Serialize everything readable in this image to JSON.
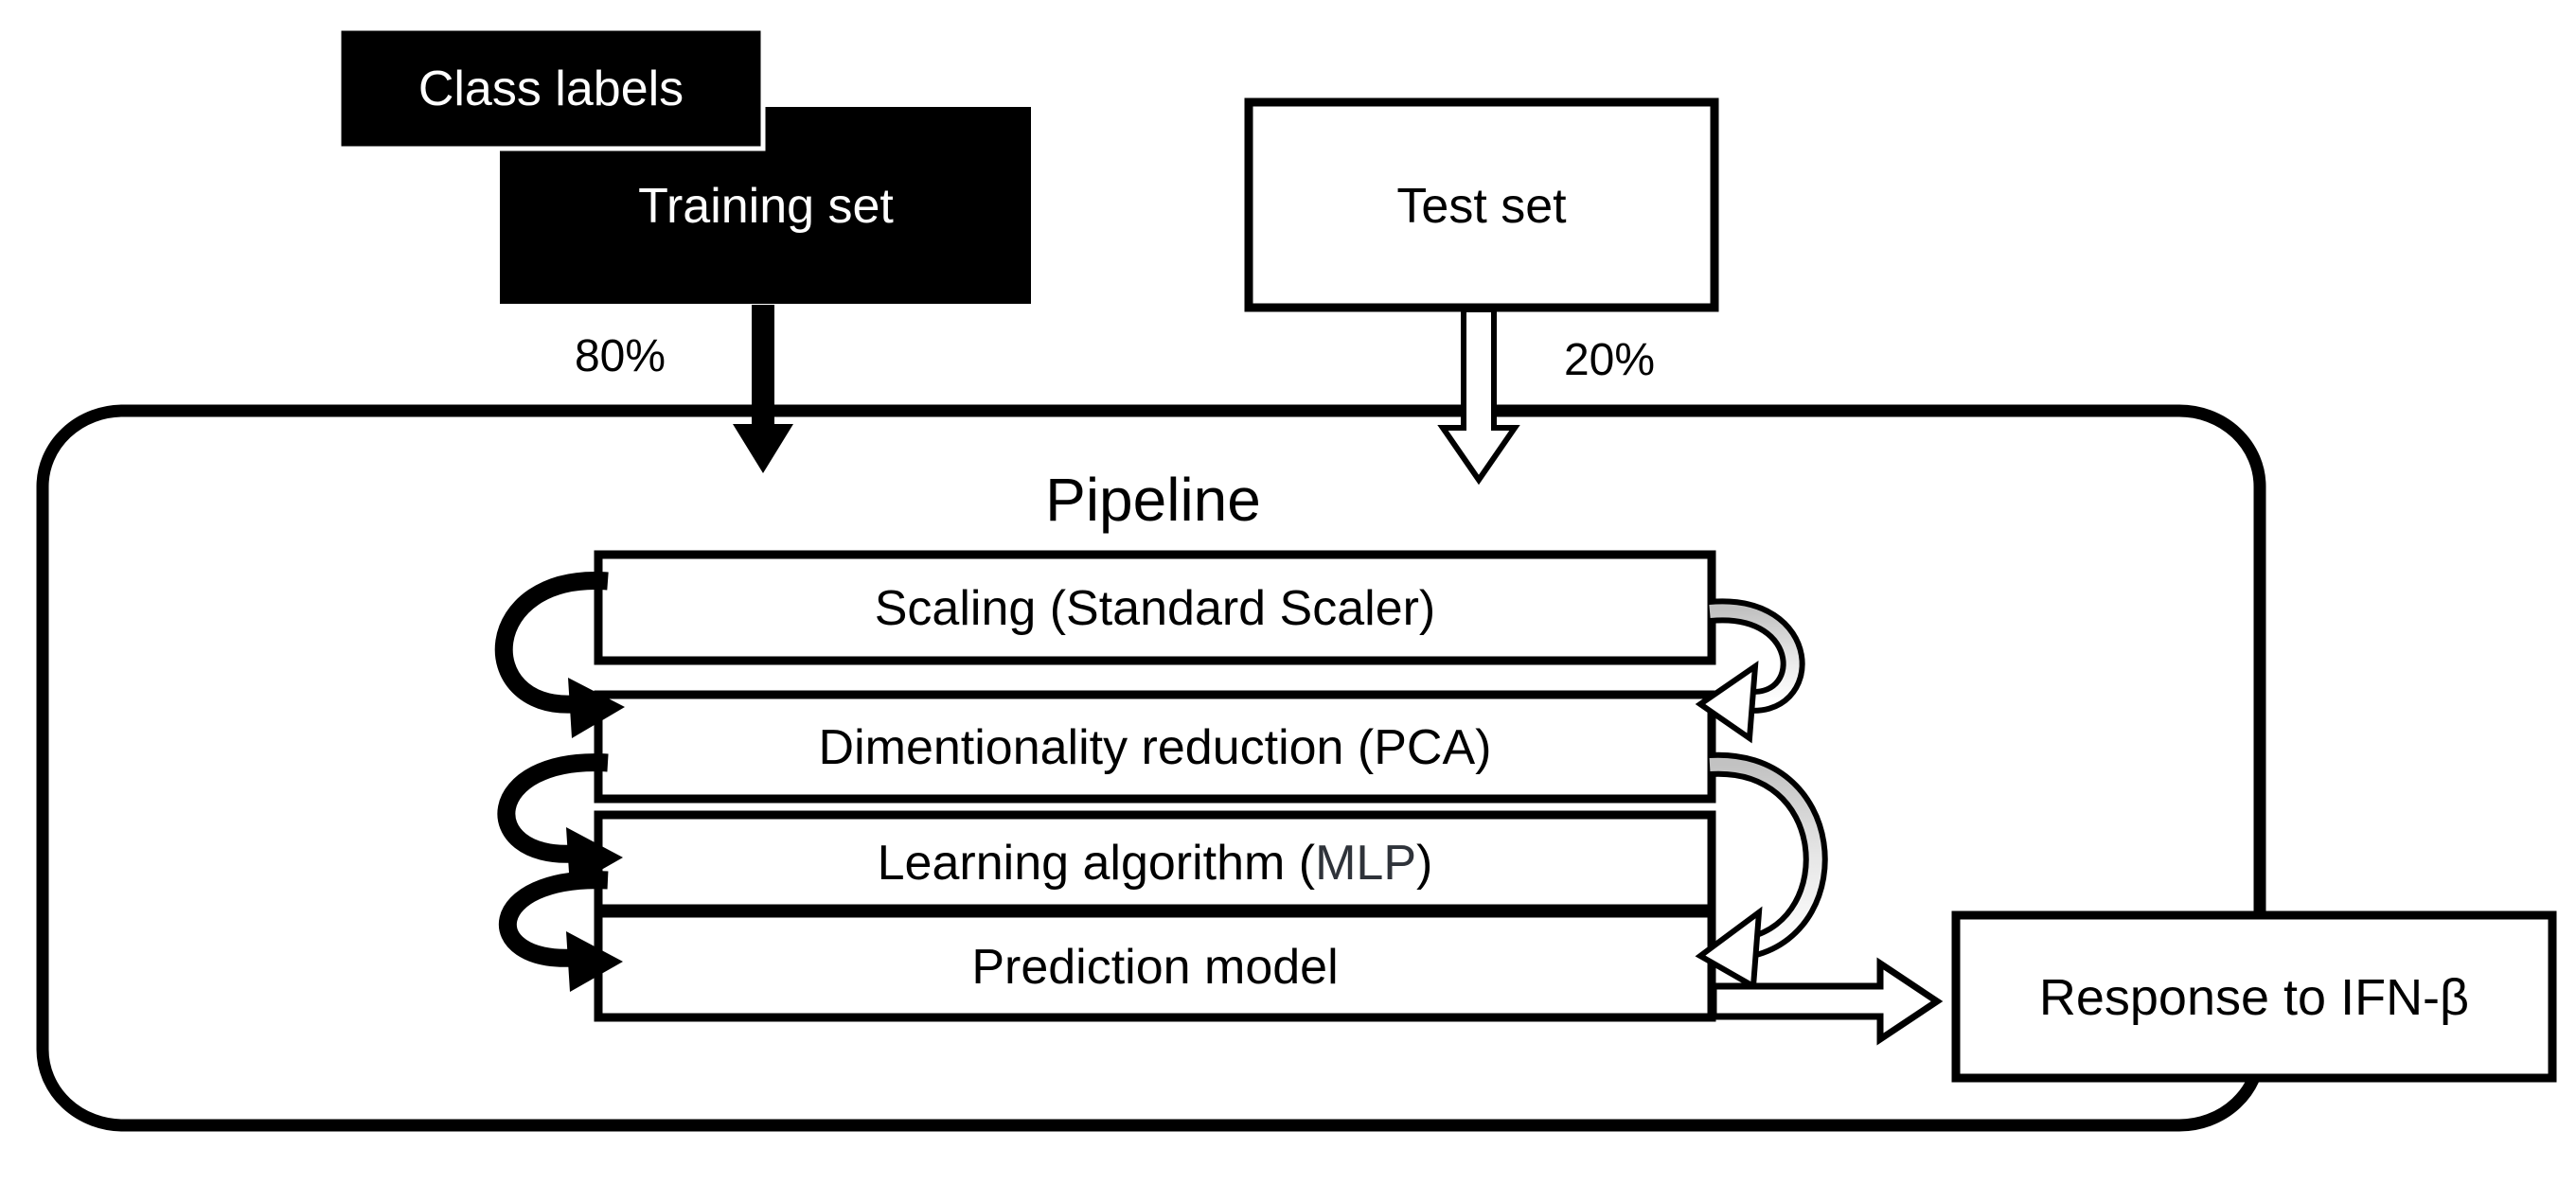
{
  "diagram": {
    "title": "Pipeline",
    "nodes": {
      "class_labels": "Class labels",
      "training_set": "Training set",
      "test_set": "Test set",
      "response": "Response to IFN-β"
    },
    "splits": {
      "training": "80%",
      "test": "20%"
    },
    "steps": {
      "scaling": "Scaling (Standard Scaler)",
      "dimensionality": "Dimentionality reduction (PCA)",
      "learning_prefix": "Learning algorithm (",
      "learning_algorithm": "MLP",
      "learning_suffix": ")",
      "prediction": "Prediction model"
    },
    "colors": {
      "ink": "#000000",
      "paper": "#ffffff",
      "ribbon_gray": "#c9c9c9",
      "mlp_ink": "#2f333a"
    }
  }
}
